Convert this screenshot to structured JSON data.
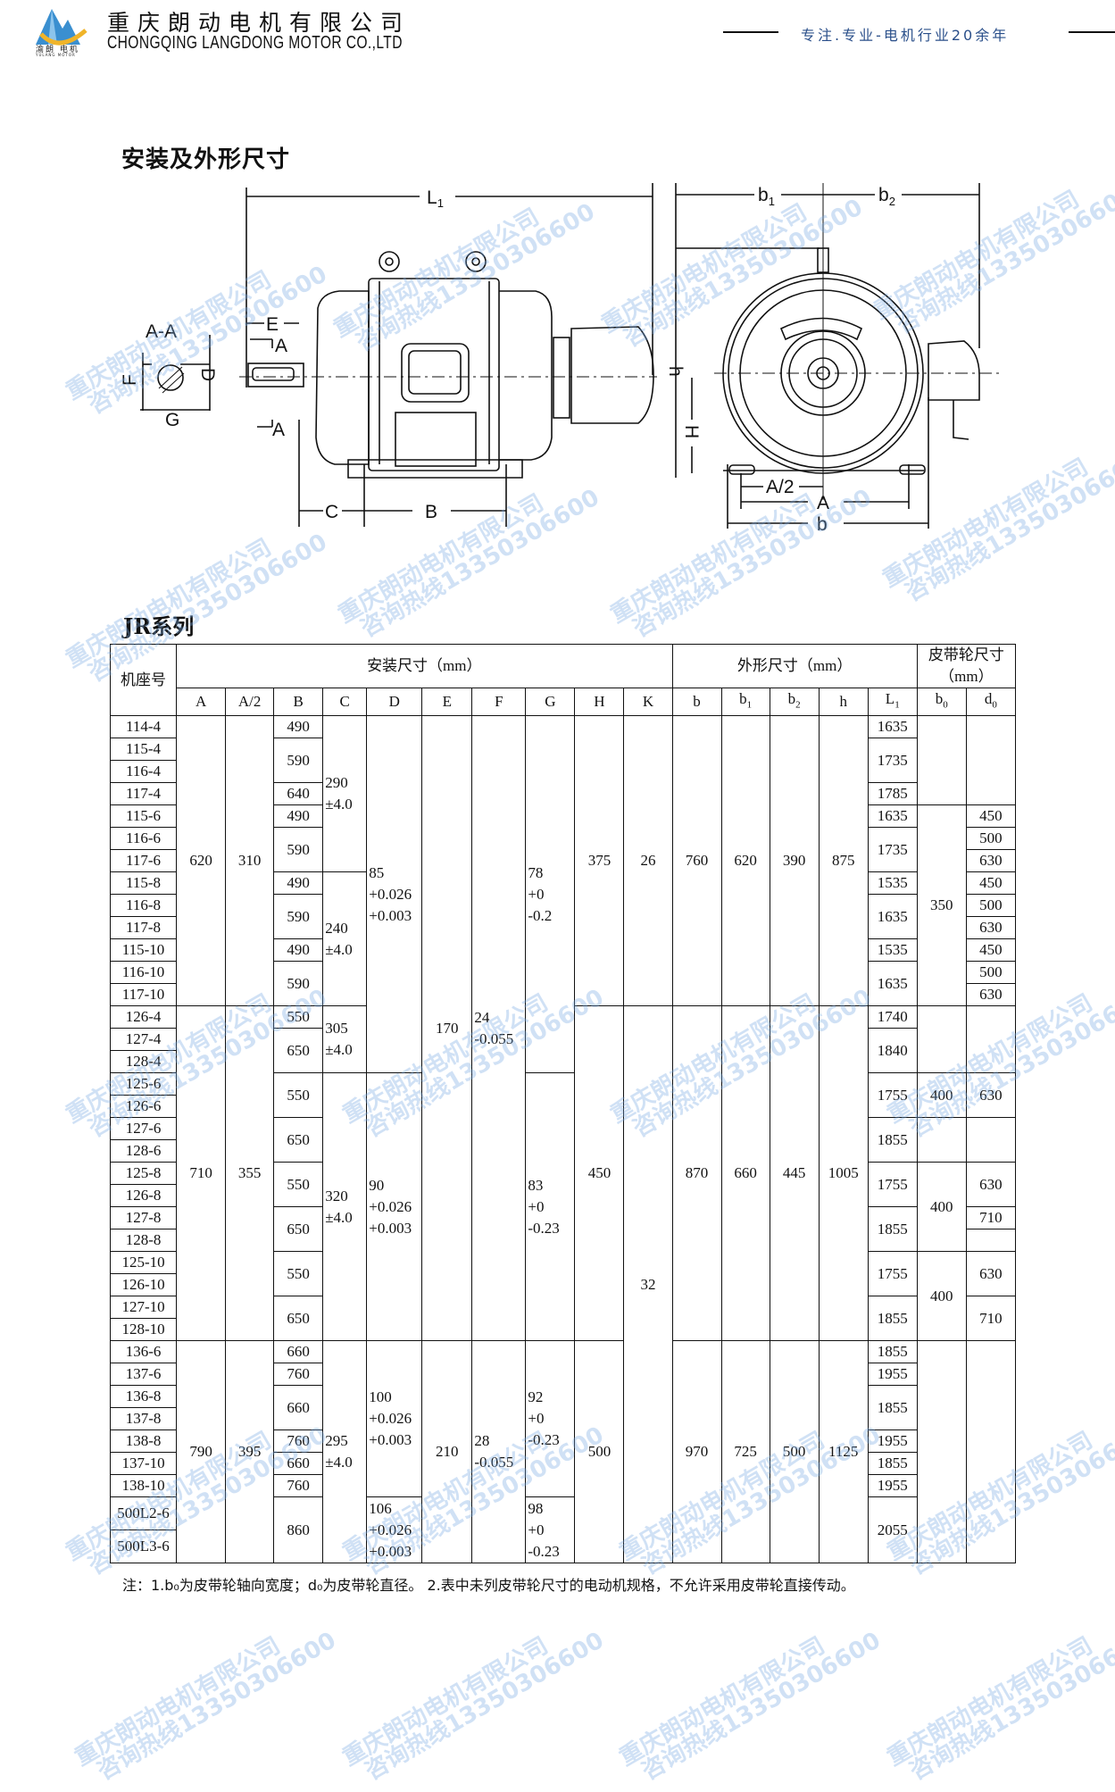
{
  "header": {
    "logo_cn": "渝朗 电机",
    "logo_en": "YULANG MOTOR",
    "company_cn": "重庆朗动电机有限公司",
    "company_en": "CHONGQING LANGDONG MOTOR CO.,LTD",
    "slogan": "专注.专业-电机行业20余年",
    "brand_colors": {
      "blue": "#3a8fd0",
      "yellow": "#f0b429",
      "slogan": "#2a4f8a"
    }
  },
  "section_title": "安装及外形尺寸",
  "drawing_labels": {
    "L1": "L",
    "L1_sub": "1",
    "E": "E",
    "A_top": "A",
    "A_bottom": "A",
    "AA": "A-A",
    "F": "F",
    "D": "D",
    "G": "G",
    "C": "C",
    "B": "B",
    "b1": "b",
    "b1_sub": "1",
    "b2": "b",
    "b2_sub": "2",
    "h": "h",
    "H": "H",
    "A_half": "A/2",
    "A": "A",
    "b": "b"
  },
  "series_title": "JR系列",
  "table": {
    "group_headers": {
      "model": "机座号",
      "install": "安装尺寸（mm）",
      "outline": "外形尺寸（mm）",
      "pulley": "皮带轮尺寸（mm）"
    },
    "columns": [
      {
        "t": "A"
      },
      {
        "t": "A/2"
      },
      {
        "t": "B"
      },
      {
        "t": "C"
      },
      {
        "t": "D"
      },
      {
        "t": "E"
      },
      {
        "t": "F"
      },
      {
        "t": "G"
      },
      {
        "t": "H"
      },
      {
        "t": "K"
      },
      {
        "t": "b"
      },
      {
        "t": "b",
        "s": "1"
      },
      {
        "t": "b",
        "s": "2"
      },
      {
        "t": "h"
      },
      {
        "t": "L",
        "s": "1"
      },
      {
        "t": "b",
        "s": "0"
      },
      {
        "t": "d",
        "s": "0"
      }
    ],
    "rows": [
      [
        [
          "114-4",
          1,
          0
        ],
        [
          "620",
          13,
          1
        ],
        [
          "310",
          13,
          2
        ],
        [
          "490",
          1,
          3
        ],
        [
          "290\n±4.0",
          7,
          4
        ],
        [
          "85\n+0.026\n+0.003",
          16,
          5
        ],
        [
          "170",
          28,
          6
        ],
        [
          "24\n-0.055",
          28,
          7
        ],
        [
          "78\n+0\n-0.2",
          16,
          8
        ],
        [
          "375",
          13,
          9
        ],
        [
          "26",
          13,
          10
        ],
        [
          "760",
          13,
          11
        ],
        [
          "620",
          13,
          12
        ],
        [
          "390",
          13,
          13
        ],
        [
          "875",
          13,
          14
        ],
        [
          "1635",
          1,
          15
        ],
        [
          "",
          4,
          16
        ],
        [
          "",
          4,
          17
        ]
      ],
      [
        [
          "115-4",
          1,
          0
        ],
        [
          "590",
          2,
          3
        ],
        [
          "1735",
          2,
          15
        ]
      ],
      [
        [
          "116-4",
          1,
          0
        ]
      ],
      [
        [
          "117-4",
          1,
          0
        ],
        [
          "640",
          1,
          3
        ],
        [
          "1785",
          1,
          15
        ]
      ],
      [
        [
          "115-6",
          1,
          0
        ],
        [
          "490",
          1,
          3
        ],
        [
          "1635",
          1,
          15
        ],
        [
          "350",
          9,
          16
        ],
        [
          "450",
          1,
          17
        ]
      ],
      [
        [
          "116-6",
          1,
          0
        ],
        [
          "590",
          2,
          3
        ],
        [
          "1735",
          2,
          15
        ],
        [
          "500",
          1,
          17
        ]
      ],
      [
        [
          "117-6",
          1,
          0
        ],
        [
          "630",
          1,
          17
        ]
      ],
      [
        [
          "115-8",
          1,
          0
        ],
        [
          "490",
          1,
          3
        ],
        [
          "240\n±4.0",
          6,
          4
        ],
        [
          "1535",
          1,
          15
        ],
        [
          "450",
          1,
          17
        ]
      ],
      [
        [
          "116-8",
          1,
          0
        ],
        [
          "590",
          2,
          3
        ],
        [
          "1635",
          2,
          15
        ],
        [
          "500",
          1,
          17
        ]
      ],
      [
        [
          "117-8",
          1,
          0
        ],
        [
          "630",
          1,
          17
        ]
      ],
      [
        [
          "115-10",
          1,
          0
        ],
        [
          "490",
          1,
          3
        ],
        [
          "1535",
          1,
          15
        ],
        [
          "450",
          1,
          17
        ]
      ],
      [
        [
          "116-10",
          1,
          0
        ],
        [
          "590",
          2,
          3
        ],
        [
          "1635",
          2,
          15
        ],
        [
          "500",
          1,
          17
        ]
      ],
      [
        [
          "117-10",
          1,
          0
        ],
        [
          "630",
          1,
          17
        ]
      ],
      [
        [
          "126-4",
          1,
          0
        ],
        [
          "710",
          15,
          1
        ],
        [
          "355",
          15,
          2
        ],
        [
          "550",
          1,
          3
        ],
        [
          "305\n±4.0",
          3,
          4
        ],
        [
          "450",
          15,
          9
        ],
        [
          "32",
          24,
          10
        ],
        [
          "870",
          15,
          11
        ],
        [
          "660",
          15,
          12
        ],
        [
          "445",
          15,
          13
        ],
        [
          "1005",
          15,
          14
        ],
        [
          "1740",
          1,
          15
        ],
        [
          "",
          3,
          16
        ],
        [
          "",
          3,
          17
        ]
      ],
      [
        [
          "127-4",
          1,
          0
        ],
        [
          "650",
          2,
          3
        ],
        [
          "1840",
          2,
          15
        ]
      ],
      [
        [
          "128-4",
          1,
          0
        ]
      ],
      [
        [
          "125-6",
          1,
          0
        ],
        [
          "550",
          2,
          3
        ],
        [
          "320\n±4.0",
          12,
          4
        ],
        [
          "90\n+0.026\n+0.003",
          12,
          5
        ],
        [
          "83\n+0\n-0.23",
          12,
          8
        ],
        [
          "1755",
          2,
          15
        ],
        [
          "400",
          2,
          16
        ],
        [
          "630",
          2,
          17
        ]
      ],
      [
        [
          "126-6",
          1,
          0
        ]
      ],
      [
        [
          "127-6",
          1,
          0
        ],
        [
          "650",
          2,
          3
        ],
        [
          "1855",
          2,
          15
        ],
        [
          "",
          2,
          16
        ],
        [
          "",
          2,
          17
        ]
      ],
      [
        [
          "128-6",
          1,
          0
        ]
      ],
      [
        [
          "125-8",
          1,
          0
        ],
        [
          "550",
          2,
          3
        ],
        [
          "1755",
          2,
          15
        ],
        [
          "400",
          4,
          16
        ],
        [
          "630",
          2,
          17
        ]
      ],
      [
        [
          "126-8",
          1,
          0
        ]
      ],
      [
        [
          "127-8",
          1,
          0
        ],
        [
          "650",
          2,
          3
        ],
        [
          "1855",
          2,
          15
        ],
        [
          "710",
          1,
          17
        ]
      ],
      [
        [
          "128-8",
          1,
          0
        ],
        [
          "",
          1,
          17
        ]
      ],
      [
        [
          "125-10",
          1,
          0
        ],
        [
          "550",
          2,
          3
        ],
        [
          "1755",
          2,
          15
        ],
        [
          "400",
          4,
          16
        ],
        [
          "630",
          2,
          17
        ]
      ],
      [
        [
          "126-10",
          1,
          0
        ]
      ],
      [
        [
          "127-10",
          1,
          0
        ],
        [
          "650",
          2,
          3
        ],
        [
          "1855",
          2,
          15
        ],
        [
          "710",
          2,
          17
        ]
      ],
      [
        [
          "128-10",
          1,
          0
        ]
      ],
      [
        [
          "136-6",
          1,
          0
        ],
        [
          "790",
          9,
          1
        ],
        [
          "395",
          9,
          2
        ],
        [
          "660",
          1,
          3
        ],
        [
          "295\n±4.0",
          9,
          4
        ],
        [
          "100\n+0.026\n+0.003",
          7,
          5
        ],
        [
          "210",
          9,
          6
        ],
        [
          "28\n-0.055",
          9,
          7
        ],
        [
          "92\n+0\n-0.23",
          7,
          8
        ],
        [
          "500",
          9,
          9
        ],
        [
          "970",
          9,
          11
        ],
        [
          "725",
          9,
          12
        ],
        [
          "500",
          9,
          13
        ],
        [
          "1125",
          9,
          14
        ],
        [
          "1855",
          1,
          15
        ],
        [
          "",
          9,
          16
        ],
        [
          "",
          9,
          17
        ]
      ],
      [
        [
          "137-6",
          1,
          0
        ],
        [
          "760",
          1,
          3
        ],
        [
          "1955",
          1,
          15
        ]
      ],
      [
        [
          "136-8",
          1,
          0
        ],
        [
          "660",
          2,
          3
        ],
        [
          "1855",
          2,
          15
        ]
      ],
      [
        [
          "137-8",
          1,
          0
        ]
      ],
      [
        [
          "138-8",
          1,
          0
        ],
        [
          "760",
          1,
          3
        ],
        [
          "1955",
          1,
          15
        ]
      ],
      [
        [
          "137-10",
          1,
          0
        ],
        [
          "660",
          1,
          3
        ],
        [
          "1855",
          1,
          15
        ]
      ],
      [
        [
          "138-10",
          1,
          0
        ],
        [
          "760",
          1,
          3
        ],
        [
          "1955",
          1,
          15
        ]
      ],
      [
        [
          "500L2-6",
          1,
          0
        ],
        [
          "860",
          2,
          3
        ],
        [
          "106\n+0.026\n+0.003",
          2,
          5
        ],
        [
          "98\n+0\n-0.23",
          2,
          8
        ],
        [
          "2055",
          2,
          15
        ]
      ],
      [
        [
          "500L3-6",
          1,
          0
        ]
      ]
    ]
  },
  "note": "注：1.b₀为皮带轮轴向宽度；d₀为皮带轮直径。   2.表中未列皮带轮尺寸的电动机规格，不允许采用皮带轮直接传动。",
  "watermark": {
    "line1": "重庆朗动电机有限公司",
    "line2": "咨询热线13350306600"
  }
}
